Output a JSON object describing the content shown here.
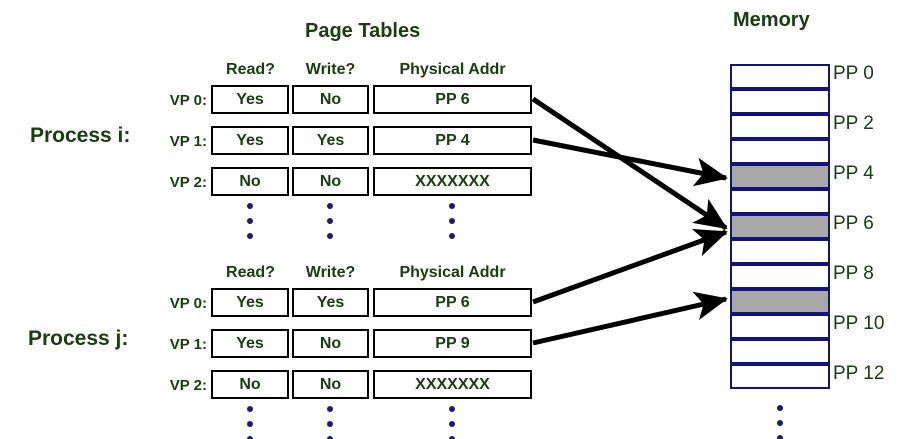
{
  "titles": {
    "page_tables": "Page Tables",
    "memory": "Memory"
  },
  "columns": {
    "read": "Read?",
    "write": "Write?",
    "physical_addr": "Physical Addr"
  },
  "processes": [
    {
      "label": "Process i:",
      "rows": [
        {
          "vp": "VP 0:",
          "read": "Yes",
          "write": "No",
          "addr": "PP 6"
        },
        {
          "vp": "VP 1:",
          "read": "Yes",
          "write": "Yes",
          "addr": "PP 4"
        },
        {
          "vp": "VP 2:",
          "read": "No",
          "write": "No",
          "addr": "XXXXXXX"
        }
      ]
    },
    {
      "label": "Process j:",
      "rows": [
        {
          "vp": "VP 0:",
          "read": "Yes",
          "write": "Yes",
          "addr": "PP 6"
        },
        {
          "vp": "VP 1:",
          "read": "Yes",
          "write": "No",
          "addr": "PP 9"
        },
        {
          "vp": "VP 2:",
          "read": "No",
          "write": "No",
          "addr": "XXXXXXX"
        }
      ]
    }
  ],
  "memory": {
    "rows": [
      {
        "index": 0,
        "used": false,
        "label": "PP 0"
      },
      {
        "index": 1,
        "used": false,
        "label": ""
      },
      {
        "index": 2,
        "used": false,
        "label": "PP 2"
      },
      {
        "index": 3,
        "used": false,
        "label": ""
      },
      {
        "index": 4,
        "used": true,
        "label": "PP 4"
      },
      {
        "index": 5,
        "used": false,
        "label": ""
      },
      {
        "index": 6,
        "used": true,
        "label": "PP 6"
      },
      {
        "index": 7,
        "used": false,
        "label": ""
      },
      {
        "index": 8,
        "used": false,
        "label": "PP 8"
      },
      {
        "index": 9,
        "used": true,
        "label": ""
      },
      {
        "index": 10,
        "used": false,
        "label": "PP 10"
      },
      {
        "index": 11,
        "used": false,
        "label": ""
      },
      {
        "index": 12,
        "used": false,
        "label": "PP 12"
      }
    ]
  },
  "mappings": [
    {
      "from": "process-i-vp0",
      "to": "PP 6"
    },
    {
      "from": "process-i-vp1",
      "to": "PP 4"
    },
    {
      "from": "process-j-vp0",
      "to": "PP 6"
    },
    {
      "from": "process-j-vp1",
      "to": "PP 9"
    }
  ],
  "colors": {
    "text_green": "#17400f",
    "box_border": "#000000",
    "memory_border": "#13137e",
    "memory_used_fill": "#a8a8a8",
    "dots": "#1a1a7a",
    "arrow": "#000000",
    "background": "#ffffff"
  }
}
